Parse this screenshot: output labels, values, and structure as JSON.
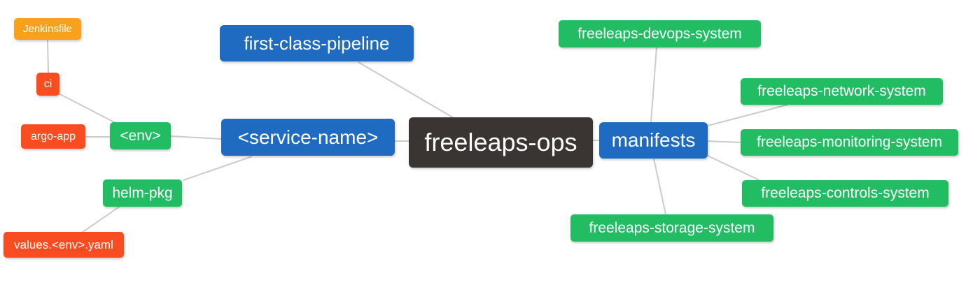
{
  "diagram": {
    "type": "mindmap",
    "root_label": "freeleaps-ops",
    "palette": {
      "blue": "#1f6bc1",
      "green": "#22bd62",
      "red": "#fa4c21",
      "amber": "#f9a11d",
      "dark": "#3a3532",
      "edge": "#cccccc",
      "background": "#ffffff",
      "text": "#ffffff"
    },
    "nodes": [
      {
        "id": "jenkinsfile",
        "label": "Jenkinsfile",
        "color": "amber"
      },
      {
        "id": "ci",
        "label": "ci",
        "color": "red"
      },
      {
        "id": "argo-app",
        "label": "argo-app",
        "color": "red"
      },
      {
        "id": "env",
        "label": "<env>",
        "color": "green"
      },
      {
        "id": "helm-pkg",
        "label": "helm-pkg",
        "color": "green"
      },
      {
        "id": "values-env-yaml",
        "label": "values.<env>.yaml",
        "color": "red"
      },
      {
        "id": "first-class-pipeline",
        "label": "first-class-pipeline",
        "color": "blue"
      },
      {
        "id": "service-name",
        "label": "<service-name>",
        "color": "blue"
      },
      {
        "id": "freeleaps-ops",
        "label": "freeleaps-ops",
        "color": "dark"
      },
      {
        "id": "manifests",
        "label": "manifests",
        "color": "blue"
      },
      {
        "id": "freeleaps-devops-system",
        "label": "freeleaps-devops-system",
        "color": "green"
      },
      {
        "id": "freeleaps-network-system",
        "label": "freeleaps-network-system",
        "color": "green"
      },
      {
        "id": "freeleaps-monitoring-system",
        "label": "freeleaps-monitoring-system",
        "color": "green"
      },
      {
        "id": "freeleaps-controls-system",
        "label": "freeleaps-controls-system",
        "color": "green"
      },
      {
        "id": "freeleaps-storage-system",
        "label": "freeleaps-storage-system",
        "color": "green"
      }
    ],
    "edges": [
      [
        "jenkinsfile",
        "ci"
      ],
      [
        "ci",
        "env"
      ],
      [
        "argo-app",
        "env"
      ],
      [
        "env",
        "service-name"
      ],
      [
        "helm-pkg",
        "service-name"
      ],
      [
        "values-env-yaml",
        "helm-pkg"
      ],
      [
        "service-name",
        "freeleaps-ops"
      ],
      [
        "first-class-pipeline",
        "freeleaps-ops"
      ],
      [
        "freeleaps-ops",
        "manifests"
      ],
      [
        "manifests",
        "freeleaps-devops-system"
      ],
      [
        "manifests",
        "freeleaps-network-system"
      ],
      [
        "manifests",
        "freeleaps-monitoring-system"
      ],
      [
        "manifests",
        "freeleaps-controls-system"
      ],
      [
        "manifests",
        "freeleaps-storage-system"
      ]
    ]
  }
}
